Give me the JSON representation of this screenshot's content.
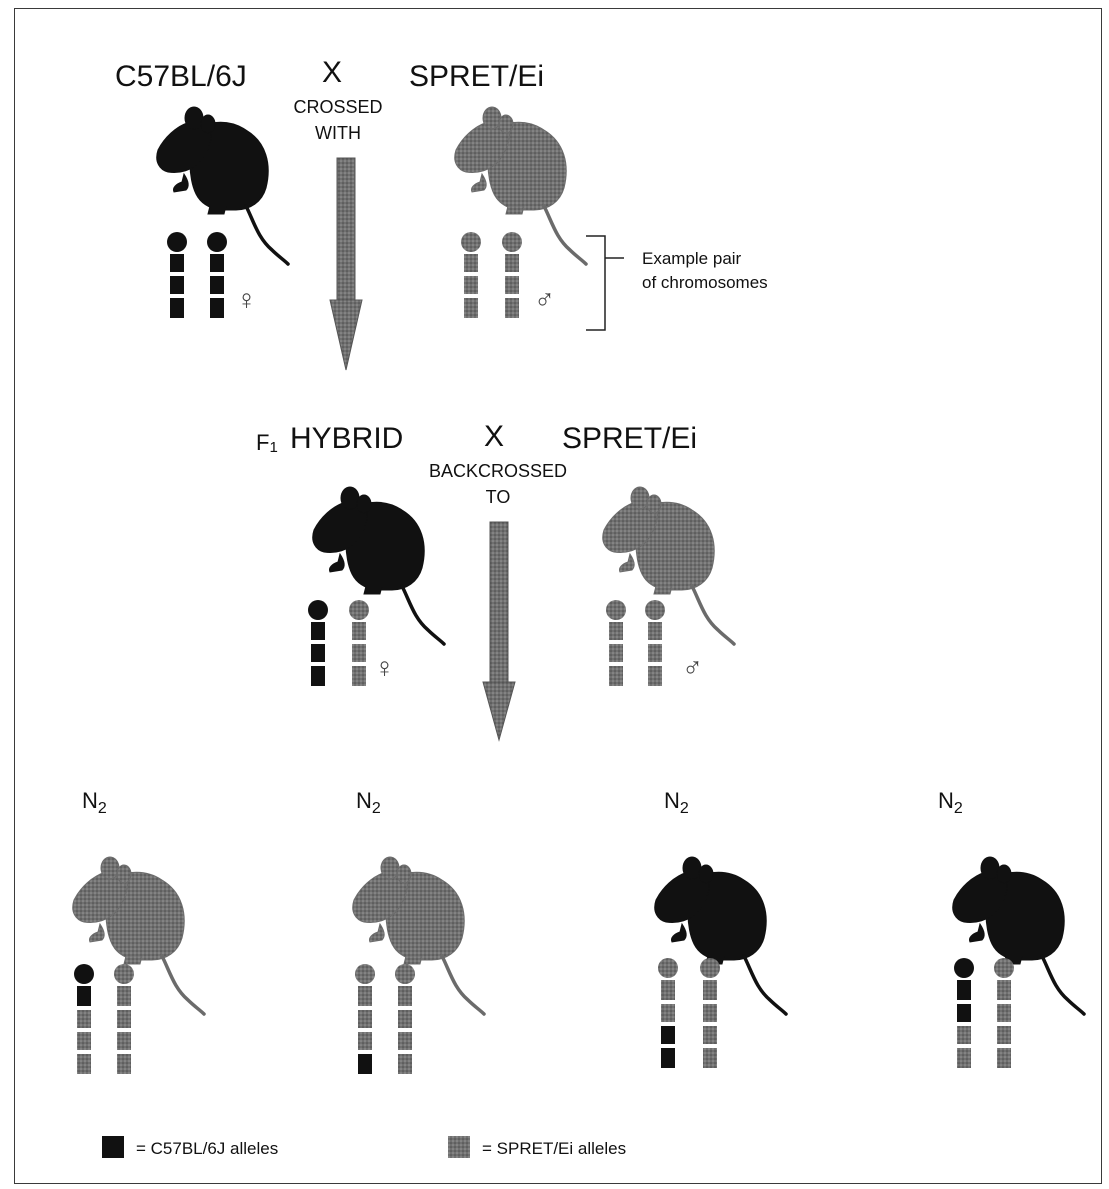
{
  "cross1": {
    "parent_left": "C57BL/6J",
    "cross_symbol": "X",
    "cross_text_1": "CROSSED",
    "cross_text_2": "WITH",
    "parent_right": "SPRET/Ei",
    "female_symbol": "♀",
    "male_symbol": "♂",
    "annotation_1": "Example pair",
    "annotation_2": "of chromosomes"
  },
  "cross2": {
    "f1_prefix": "F",
    "f1_sub": "1",
    "f1_label": "HYBRID",
    "cross_symbol": "X",
    "cross_text_1": "BACKCROSSED",
    "cross_text_2": "TO",
    "parent_right": "SPRET/Ei",
    "female_symbol": "♀",
    "male_symbol": "♂"
  },
  "offspring": [
    {
      "label": "N",
      "sub": "2"
    },
    {
      "label": "N",
      "sub": "2"
    },
    {
      "label": "N",
      "sub": "2"
    },
    {
      "label": "N",
      "sub": "2"
    }
  ],
  "legend": {
    "c57": "= C57BL/6J alleles",
    "spret": "= SPRET/Ei alleles"
  },
  "colors": {
    "c57": "#111111",
    "spret": "#6b6b6b"
  }
}
